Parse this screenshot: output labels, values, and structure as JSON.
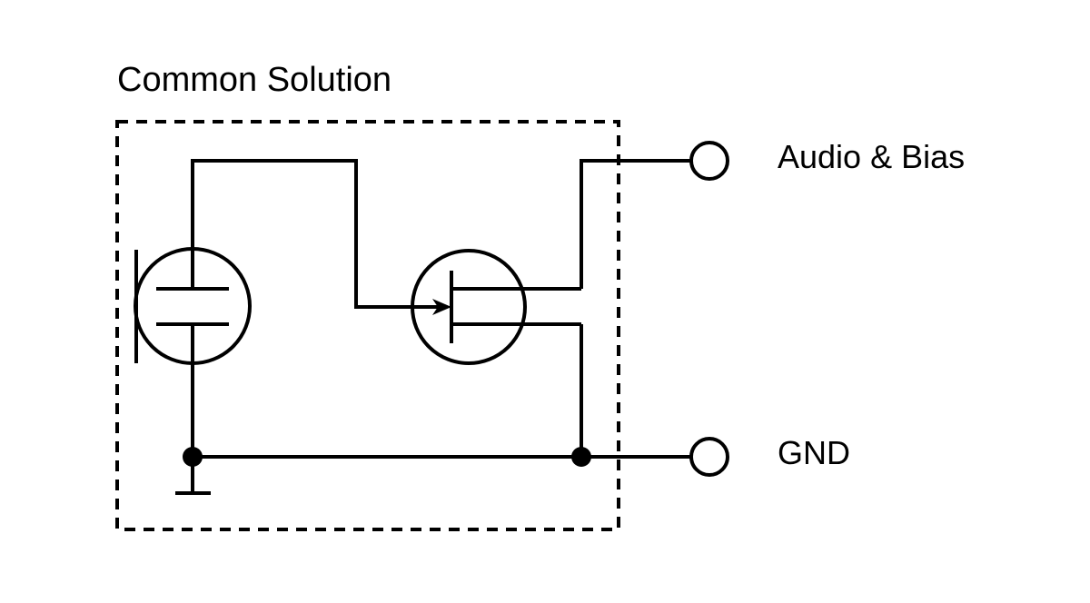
{
  "diagram": {
    "title": "Common Solution",
    "terminals": {
      "audio_bias": {
        "label": "Audio & Bias"
      },
      "gnd": {
        "label": "GND"
      }
    },
    "components": {
      "microphone": {
        "type": "electret-capsule",
        "name": "Microphone capsule"
      },
      "jfet": {
        "type": "n-channel JFET",
        "name": "JFET"
      }
    },
    "colors": {
      "stroke": "#000000",
      "background": "#ffffff"
    }
  }
}
